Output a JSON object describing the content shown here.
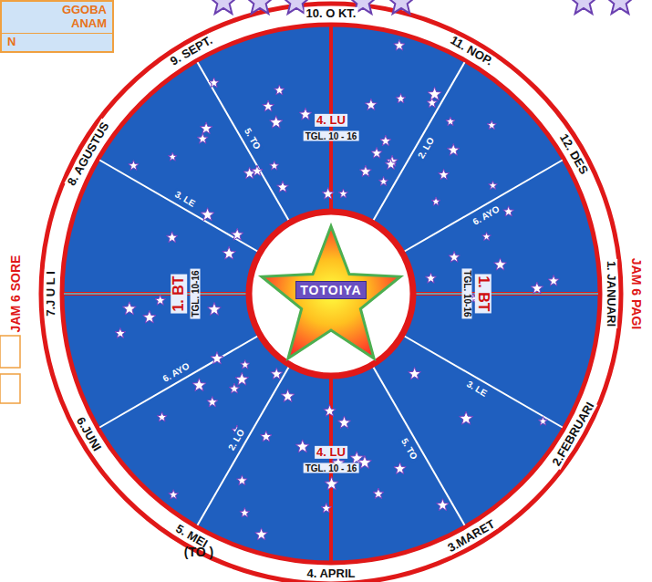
{
  "diagram": {
    "nodes": [
      {
        "text": [
          "GGOBA ANAM",
          "N"
        ]
      },
      {
        "text": [
          "TOTOIYA"
        ]
      }
    ],
    "labels": [
      "10. O KT.",
      "11. NOP.",
      "12. DES",
      "1. JANUARI",
      "2.FEBRUARI",
      "3.MARET",
      "4. APRIL",
      "5. MEI",
      "6.JUNI",
      "7.J U L I",
      "8. AGUSTUS",
      "9. SEPT.",
      "JAM 6 SORE",
      "JAM 6 PAGI",
      "4. LU",
      "TGL. 10 - 16",
      "5. TO",
      "2. LO",
      "3. LE",
      "6. AYO",
      "1. BT",
      "TGL. 10-16",
      "1. BT",
      "TGL. 10-16",
      "6. AYO",
      "3. LE",
      "2. LO",
      "5. TO",
      "4. LU",
      "TGL. 10 - 16",
      "(TO )"
    ]
  }
}
